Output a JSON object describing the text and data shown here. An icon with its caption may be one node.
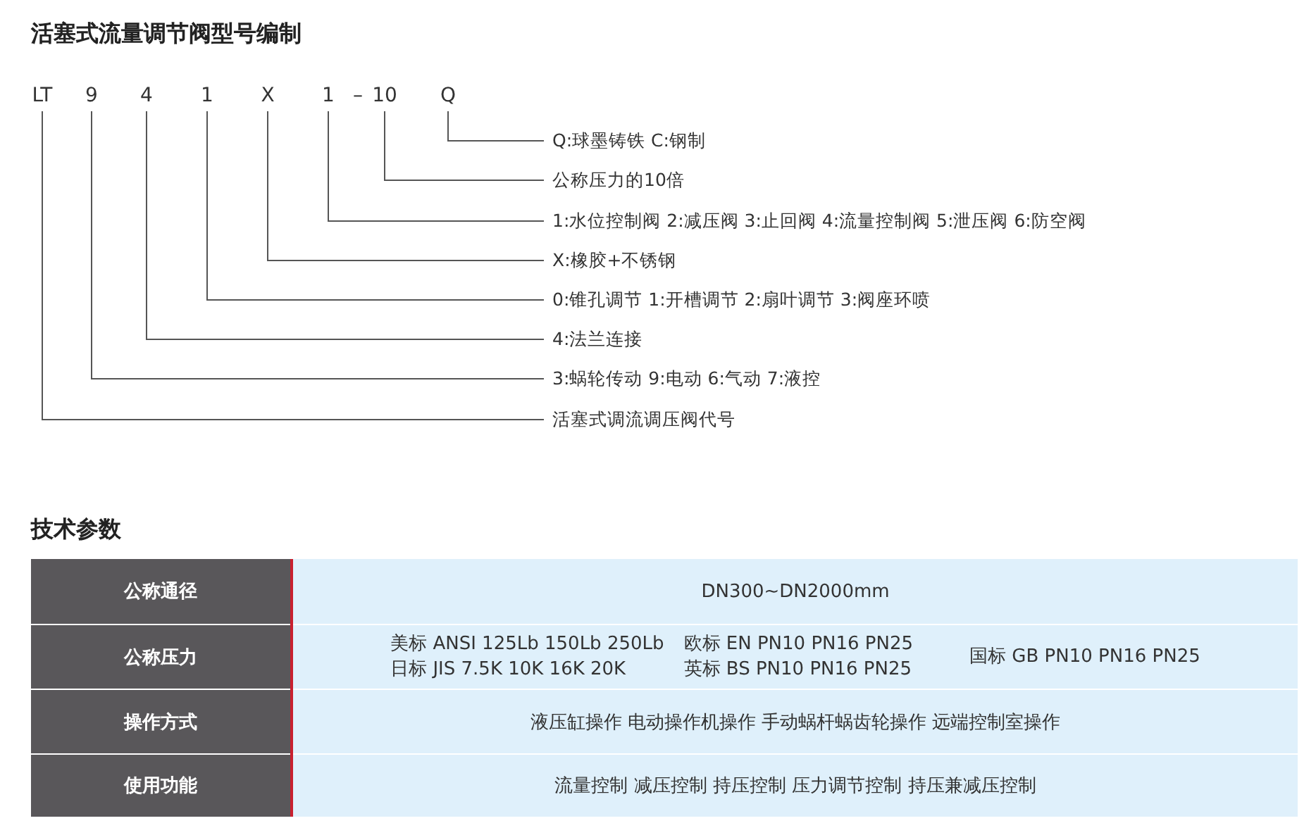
{
  "diagram": {
    "title": "活塞式流量调节阀型号编制",
    "nodes": [
      {
        "text": [
          "LT"
        ]
      },
      {
        "text": [
          "9"
        ]
      },
      {
        "text": [
          "4"
        ]
      },
      {
        "text": [
          "1"
        ]
      },
      {
        "text": [
          "X"
        ]
      },
      {
        "text": [
          "1"
        ]
      },
      {
        "text": [
          "10"
        ]
      },
      {
        "text": [
          "Q"
        ]
      },
      {
        "text": [
          "Q:球墨铸铁 C:钢制"
        ]
      },
      {
        "text": [
          "公称压力的10倍"
        ]
      },
      {
        "text": [
          "1:水位控制阀 2:减压阀 3:止回阀 4:流量控制阀 5:泄压阀 6:防空阀"
        ]
      },
      {
        "text": [
          "X:橡胶+不锈钢"
        ]
      },
      {
        "text": [
          "0:锥孔调节 1:开槽调节 2:扇叶调节 3:阀座环喷"
        ]
      },
      {
        "text": [
          "4:法兰连接"
        ]
      },
      {
        "text": [
          "3:蜗轮传动 9:电动 6:气动 7:液控"
        ]
      },
      {
        "text": [
          "活塞式调流调压阀代号"
        ]
      }
    ],
    "edges": [
      {
        "from": 7,
        "to": 8,
        "arrow": "none"
      },
      {
        "from": 6,
        "to": 9,
        "arrow": "none"
      },
      {
        "from": 5,
        "to": 10,
        "arrow": "none"
      },
      {
        "from": 4,
        "to": 11,
        "arrow": "none"
      },
      {
        "from": 3,
        "to": 12,
        "arrow": "none"
      },
      {
        "from": 2,
        "to": 13,
        "arrow": "none"
      },
      {
        "from": 1,
        "to": 14,
        "arrow": "none"
      },
      {
        "from": 0,
        "to": 15,
        "arrow": "none"
      }
    ],
    "labels": [
      "–",
      "技术参数",
      "公称通径",
      "DN300~DN2000mm",
      "公称压力",
      "美标 ANSI 125Lb 150Lb 250Lb",
      "欧标 EN PN10 PN16 PN25",
      "国标 GB PN10 PN16 PN25",
      "日标 JIS 7.5K 10K 16K 20K",
      "英标 BS PN10 PN16 PN25",
      "操作方式",
      "液压缸操作 电动操作机操作 手动蜗杆蜗齿轮操作 远端控制室操作",
      "使用功能",
      "流量控制 减压控制 持压控制 压力调节控制 持压兼减压控制"
    ]
  }
}
